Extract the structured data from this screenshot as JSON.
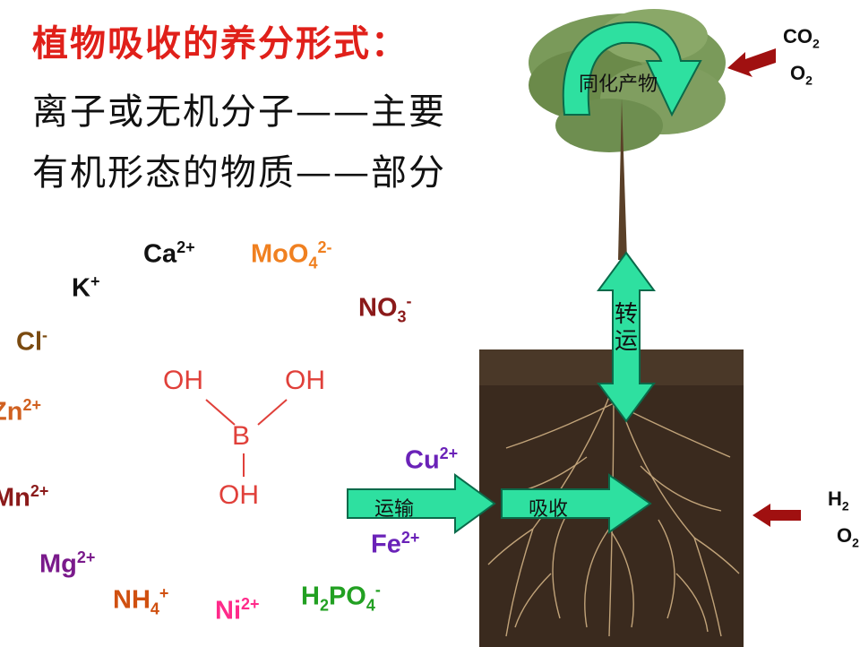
{
  "heading": {
    "title": "植物吸收的养分形式：",
    "line1": "离子或无机分子——主要",
    "line2": "有机形态的物质——部分"
  },
  "ions": [
    {
      "id": "ca",
      "text": "Ca",
      "sup": "2+",
      "sub": "",
      "color": "#111111"
    },
    {
      "id": "moo4",
      "text": "MoO",
      "sub": "4",
      "sup": "2-",
      "color": "#f08020"
    },
    {
      "id": "k",
      "text": "K",
      "sup": "+",
      "sub": "",
      "color": "#111111"
    },
    {
      "id": "no3",
      "text": "NO",
      "sub": "3",
      "sup": "-",
      "color": "#8b1a1a"
    },
    {
      "id": "cl",
      "text": "Cl",
      "sup": "-",
      "sub": "",
      "color": "#7a4a10"
    },
    {
      "id": "zn",
      "text": "Zn",
      "sup": "2+",
      "sub": "",
      "color": "#d06020"
    },
    {
      "id": "mn",
      "text": "Mn",
      "sup": "2+",
      "sub": "",
      "color": "#8b1a1a"
    },
    {
      "id": "mg",
      "text": "Mg",
      "sup": "2+",
      "sub": "",
      "color": "#7a1a8b"
    },
    {
      "id": "nh4",
      "text": "NH",
      "sub": "4",
      "sup": "+",
      "color": "#d05010"
    },
    {
      "id": "ni",
      "text": "Ni",
      "sup": "2+",
      "sub": "",
      "color": "#ff2a8a"
    },
    {
      "id": "h2po4",
      "text": "H",
      "sub": "2",
      "mid": "PO",
      "sub2": "4",
      "sup": "-",
      "color": "#22a022"
    },
    {
      "id": "cu",
      "text": "Cu",
      "sup": "2+",
      "sub": "",
      "color": "#6a22b8"
    },
    {
      "id": "fe",
      "text": "Fe",
      "sup": "2+",
      "sub": "",
      "color": "#6a22b8"
    }
  ],
  "boric_acid": {
    "oh_left": "OH",
    "oh_right": "OH",
    "b": "B",
    "oh_bottom": "OH"
  },
  "labels": {
    "assimilate": "同化产物",
    "translocate": "转运",
    "transport": "运输",
    "absorb": "吸收"
  },
  "gases_top": {
    "line1": "CO",
    "line1_sub": "2",
    "line2": "O",
    "line2_sub": "2"
  },
  "gases_bottom": {
    "line1": "H",
    "line1_sub": "2",
    "line2": "O",
    "line2_sub": "2"
  },
  "colors": {
    "arrow_fill": "#2ee0a0",
    "arrow_stroke": "#0a6a4a",
    "soil": "#3a2a1e",
    "root": "#d9b98a",
    "red_arrow": "#a01010"
  }
}
